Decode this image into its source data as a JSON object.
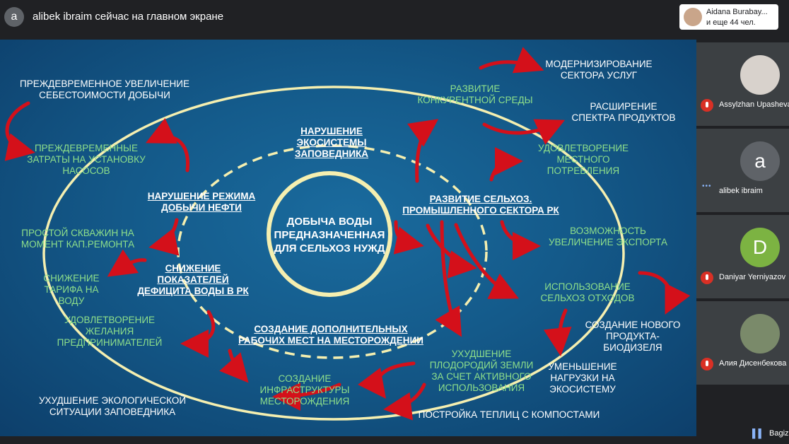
{
  "meeting": {
    "presenter_initial": "a",
    "presenting_text": "alibek ibraim сейчас на главном экране",
    "viewers_name": "Aidana Burabay...",
    "viewers_count": "и еще 44 чел."
  },
  "slide": {
    "center": "ДОБЫЧА ВОДЫ\nПРЕДНАЗНАЧЕННАЯ\nДЛЯ СЕЛЬХОЗ НУЖД",
    "labels": {
      "prem_cost": "ПРЕЖДЕВРЕМЕННОЕ УВЕЛИЧЕНИЕ\nСЕБЕСТОИМОСТИ ДОБЫЧИ",
      "prem_pump": "ПРЕЖДЕВРЕМЕННЫЕ\nЗАТРАТЫ НА УСТАНОВКУ\nНАСОСОВ",
      "oil_regime": "НАРУШЕНИЕ РЕЖИМА\nДОБЫЧИ НЕФТИ",
      "ecosystem": "НАРУШЕНИЕ\nЭКОСИСТЕМЫ\nЗАПОВЕДНИКА",
      "well_idle": "ПРОСТОЙ СКВАЖИН НА\nМОМЕНТ КАП.РЕМОНТА",
      "tariff": "СНИЖЕНИЕ\nТАРИФА НА ВОДУ",
      "deficit": "СНИЖЕНИЕ\nПОКАЗАТЕЛЕЙ\nДЕФИЦИТА ВОДЫ В РК",
      "entrepreneurs": "УДОВЛЕТВОРЕНИЕ\nЖЕЛАНИЯ\nПРЕДПРИНИМАТЕЛЕЙ",
      "jobs": "СОЗДАНИЕ ДОПОЛНИТЕЛЬНЫХ\nРАБОЧИХ МЕСТ НА МЕСТОРОЖДЕНИИ",
      "eco_situation": "УХУДШЕНИЕ ЭКОЛОГИЧЕСКОЙ\nСИТУАЦИИ ЗАПОВЕДНИКА",
      "infrastructure": "СОЗДАНИЕ\nИНФРАСТРУКТУРЫ\nМЕСТОРОЖДЕНИЯ",
      "greenhouse": "ПОСТРОЙКА ТЕПЛИЦ С КОМПОСТАМИ",
      "modernization": "МОДЕРНИЗИРОВАНИЕ\nСЕКТОРА УСЛУГ",
      "competition": "РАЗВИТИЕ\nКОНКУРЕНТНОЙ СРЕДЫ",
      "products": "РАСШИРЕНИЕ\nСПЕКТРА ПРОДУКТОВ",
      "local_demand": "УДОВЛЕТВОРЕНИЕ\nМЕСТНОГО\nПОТРЕБЛЕНИЯ",
      "agri_sector": "РАЗВИТИЕ СЕЛЬХОЗ.\nПРОМЫШЛЕННОГО СЕКТОРА РК",
      "export": "ВОЗМОЖНОСТЬ\nУВЕЛИЧЕНИЕ ЭКСПОРТА",
      "waste": "ИСПОЛЬЗОВАНИЕ\nСЕЛЬХОЗ ОТХОДОВ",
      "biodiesel": "СОЗДАНИЕ НОВОГО\nПРОДУКТА-\nБИОДИЗЕЛЯ",
      "soil": "УХУДШЕНИЕ\nПЛОДОРОДИЙ ЗЕМЛИ\nЗА СЧЕТ АКТИВНОГО\nИСПОЛЬЗОВАНИЯ",
      "eco_load": "УМЕНЬШЕНИЕ\nНАГРУЗКИ НА\nЭКОСИСТЕМУ"
    }
  },
  "participants": [
    {
      "name": "Assylzhan Upasheva",
      "initial": "",
      "color": "#d8d2cc",
      "muted": true
    },
    {
      "name": "alibek ibraim",
      "initial": "a",
      "color": "#5f6368",
      "muted": false
    },
    {
      "name": "Daniyar Yerniyazov",
      "initial": "D",
      "color": "#7cb342",
      "muted": true
    },
    {
      "name": "Алия Дисенбекова",
      "initial": "",
      "color": "#7a8a6a",
      "muted": true
    }
  ],
  "bottom_participant": "Bagiz",
  "colors": {
    "arrow": "#d4101a",
    "green_text": "#8fe08a",
    "ring": "#f5efb0"
  }
}
